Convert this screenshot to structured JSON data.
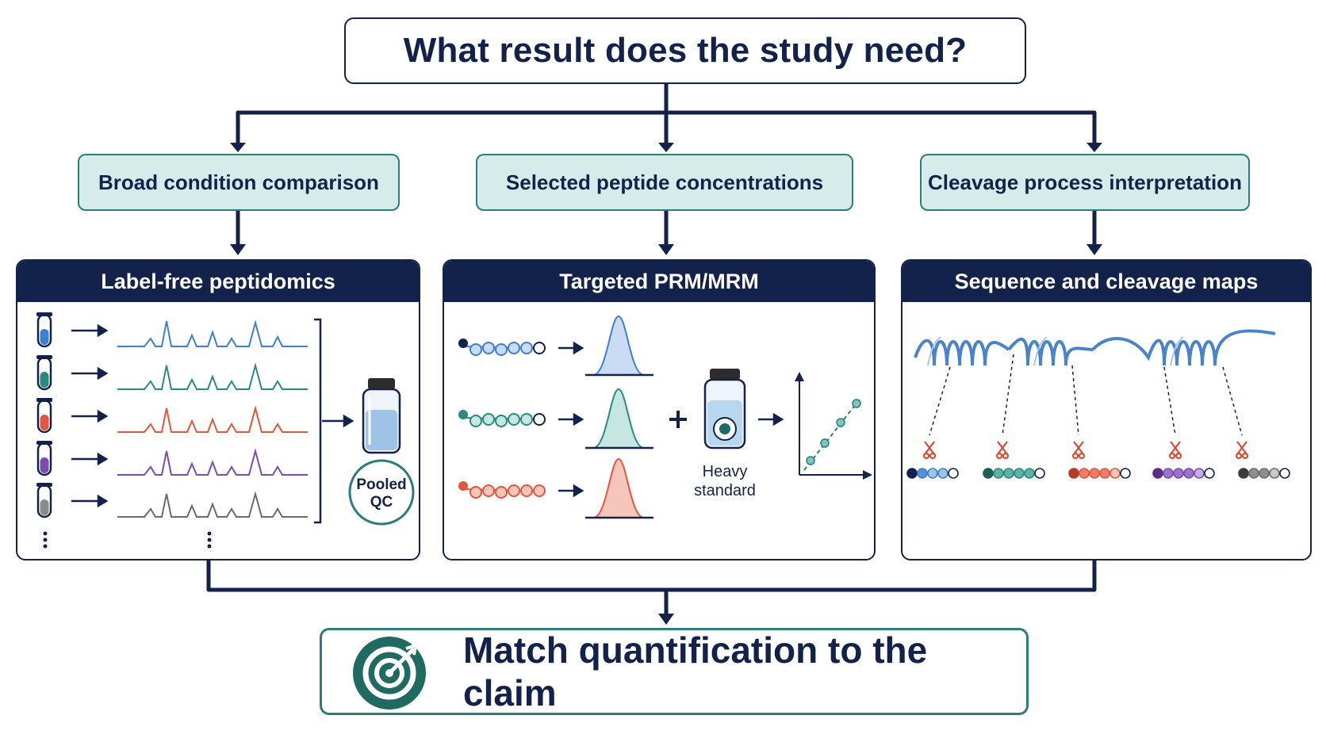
{
  "question": "What result does the study need?",
  "needs": [
    {
      "label": "Broad condition comparison"
    },
    {
      "label": "Selected peptide concentrations"
    },
    {
      "label": "Cleavage process interpretation"
    }
  ],
  "methods": [
    {
      "title": "Label-free peptidomics",
      "pooled_line1": "Pooled",
      "pooled_line2": "QC"
    },
    {
      "title": "Targeted PRM/MRM",
      "standard_line1": "Heavy",
      "standard_line2": "standard"
    },
    {
      "title": "Sequence and cleavage maps"
    }
  ],
  "conclusion": "Match quantification to the claim",
  "colors": {
    "navy": "#13224a",
    "teal": "#2b7d78",
    "teal_fill": "#d6ecea",
    "sample_blue": "#3f7fcf",
    "sample_green": "#2a8a7e",
    "sample_red": "#e0573f",
    "sample_purple": "#7d4bb0",
    "sample_gray": "#6b6b6b"
  },
  "icons": {
    "target": "target-icon",
    "scissors": "scissors-icon",
    "vial": "vial-icon",
    "test_tube": "test-tube-icon"
  }
}
